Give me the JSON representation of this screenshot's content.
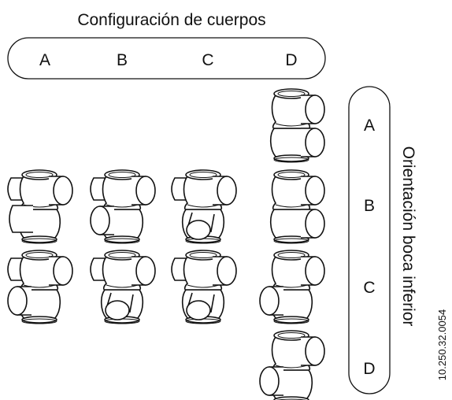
{
  "title": "Configuración de cuerpos",
  "columns": [
    "A",
    "B",
    "C",
    "D"
  ],
  "side_title": "Orientación boca inferior",
  "rows": [
    "A",
    "B",
    "C",
    "D"
  ],
  "reference": "10.250.32.0054",
  "valves": [
    {
      "column": "D",
      "row": "A",
      "upper_port": "right",
      "lower_port": "right"
    },
    {
      "column": "A",
      "row": "B",
      "upper_port": "both",
      "lower_port": "left-blind"
    },
    {
      "column": "B",
      "row": "B",
      "upper_port": "both",
      "lower_port": "left"
    },
    {
      "column": "C",
      "row": "B",
      "upper_port": "both",
      "lower_port": "front"
    },
    {
      "column": "D",
      "row": "B",
      "upper_port": "right",
      "lower_port": "right"
    },
    {
      "column": "A",
      "row": "C",
      "upper_port": "both",
      "lower_port": "left"
    },
    {
      "column": "B",
      "row": "C",
      "upper_port": "both",
      "lower_port": "front"
    },
    {
      "column": "C",
      "row": "C",
      "upper_port": "both",
      "lower_port": "front"
    },
    {
      "column": "D",
      "row": "C",
      "upper_port": "right",
      "lower_port": "left"
    },
    {
      "column": "D",
      "row": "D",
      "upper_port": "right",
      "lower_port": "left"
    }
  ]
}
